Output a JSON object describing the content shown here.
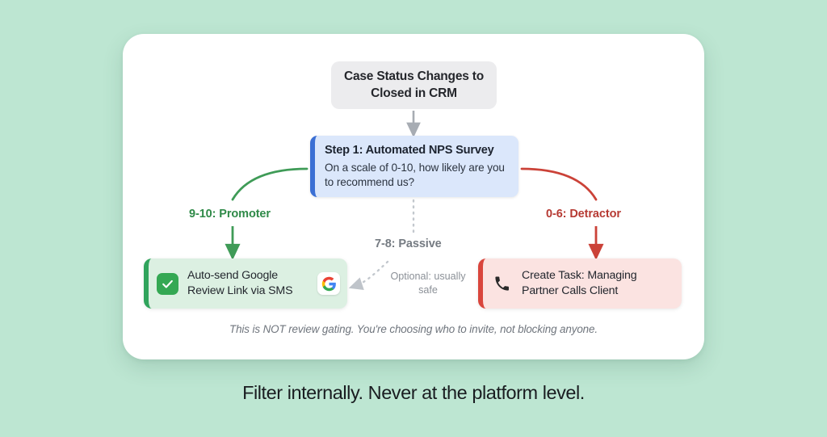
{
  "background_color": "#bde6d2",
  "card": {
    "background_color": "#ffffff"
  },
  "trigger": {
    "label": "Case Status Changes to Closed in CRM",
    "background_color": "#ececee"
  },
  "step": {
    "title": "Step 1: Automated NPS Survey",
    "body": "On a scale of 0-10, how likely are you to recommend us?",
    "accent_color": "#3b6fd4",
    "background_color": "#dbe7fb"
  },
  "branches": {
    "promoter": {
      "label": "9-10: Promoter",
      "color": "#2f8a48"
    },
    "passive": {
      "label": "7-8: Passive",
      "color": "#757b82",
      "note": "Optional: usually safe"
    },
    "detractor": {
      "label": "0-6: Detractor",
      "color": "#b63a33"
    }
  },
  "outcomes": {
    "promoter_action": {
      "text": "Auto-send Google Review Link via SMS",
      "icon": "check-icon",
      "badge_icon": "google-logo-icon",
      "accent_color": "#30a45c",
      "background_color": "#dcf0e2"
    },
    "detractor_action": {
      "text": "Create Task: Managing Partner Calls Client",
      "icon": "phone-icon",
      "accent_color": "#d9453c",
      "background_color": "#fbe3e1"
    }
  },
  "footnote": "This is NOT review gating. You're choosing who to invite, not blocking anyone.",
  "caption": "Filter internally. Never at the platform level."
}
